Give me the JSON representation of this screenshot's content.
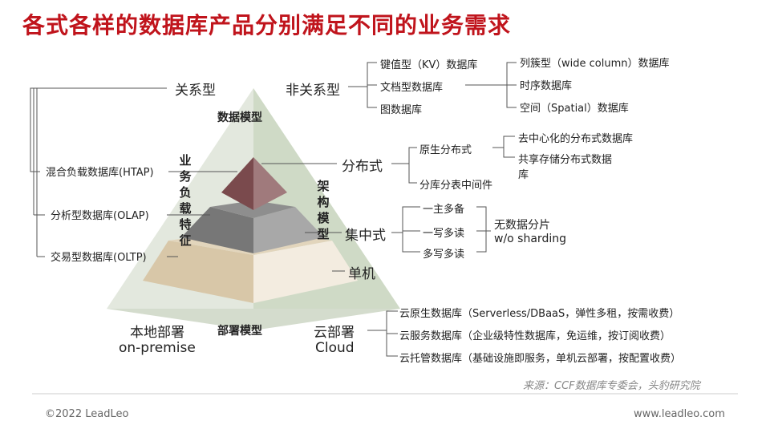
{
  "title": "各式各样的数据库产品分别满足不同的业务需求",
  "pyramid": {
    "top_label": "数据模型",
    "left_side_label": "业务负载特征",
    "right_side_label": "架构模型",
    "bottom_label": "部署模型"
  },
  "workload": {
    "htap": "混合负载数据库(HTAP)",
    "olap": "分析型数据库(OLAP)",
    "oltp": "交易型数据库(OLTP)"
  },
  "data_model": {
    "relational": "关系型",
    "nonrelational": "非关系型",
    "nosql_types": [
      "键值型（KV）数据库",
      "文档型数据库",
      "图数据库"
    ],
    "nosql_sub": [
      "列簇型（wide column）数据库",
      "时序数据库",
      "空间（Spatial）数据库"
    ]
  },
  "architecture": {
    "distributed": "分布式",
    "distributed_types": [
      "原生分布式",
      "分库分表中间件"
    ],
    "native_sub": [
      "去中心化的分布式数据库",
      "共享存储分布式数据",
      "库"
    ],
    "centralized": "集中式",
    "centralized_types": [
      "一主多备",
      "一写多读",
      "多写多读"
    ],
    "no_sharding_cn": "无数据分片",
    "no_sharding_en": "w/o sharding",
    "standalone": "单机"
  },
  "deployment": {
    "onprem_cn": "本地部署",
    "onprem_en": "on-premise",
    "cloud_cn": "云部署",
    "cloud_en": "Cloud",
    "cloud_types": [
      "云原生数据库（Serverless/DBaaS，弹性多租，按需收费）",
      "云服务数据库（企业级特性数据库，免运维，按订阅收费）",
      "云托管数据库（基础设施即服务，单机云部署，按配置收费）"
    ]
  },
  "source": "来源：CCF数据库专委会，头豹研究院",
  "footer": {
    "copyright": "©2022 LeadLeo",
    "website": "www.leadleo.com"
  },
  "colors": {
    "title": "#c0141c",
    "pyramid_left_face": "#e3e8de",
    "pyramid_right_face": "#cfdac6",
    "layer_top": "#8a5a5c",
    "layer_mid": "#8c8c8c",
    "layer_bottom": "#d8c7a8"
  }
}
